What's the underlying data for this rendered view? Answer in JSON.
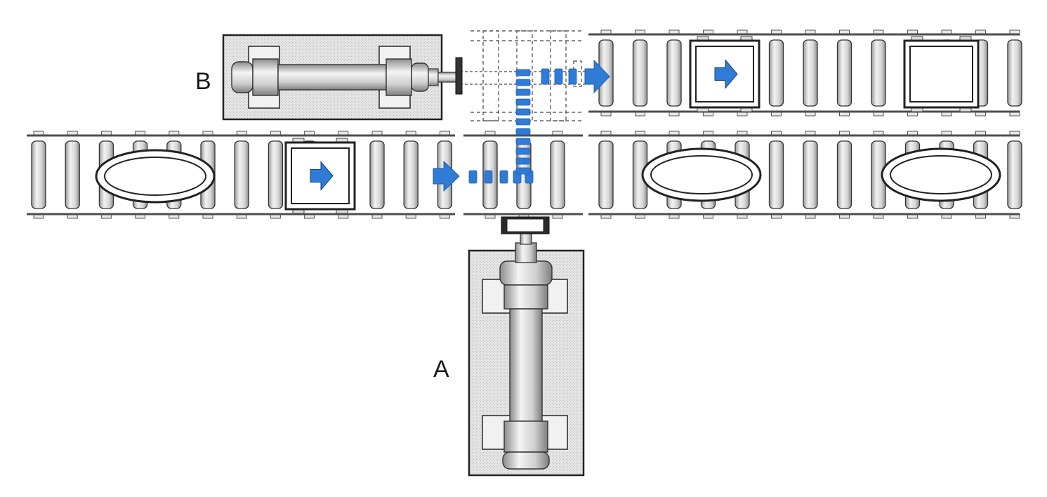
{
  "diagram": {
    "cylinder_a": {
      "label": "A"
    },
    "cylinder_b": {
      "label": "B"
    },
    "colors": {
      "flow_arrow": "#2f7bd6",
      "track_edge": "#4d4d4d",
      "roller_fill": "#d9d9d9",
      "housing_fill": "#e1e1e1",
      "outline": "#222222"
    },
    "parts": {
      "left_conveyor": [
        "oval-part",
        "square-part-with-arrow"
      ],
      "top_right_conveyor": [
        "square-part-with-arrow",
        "square-part"
      ],
      "bottom_right_conveyor": [
        "oval-part",
        "oval-part"
      ]
    },
    "icons": [
      "flow-arrow-icon",
      "pusher-cylinder-icon",
      "roller-conveyor-icon"
    ]
  }
}
